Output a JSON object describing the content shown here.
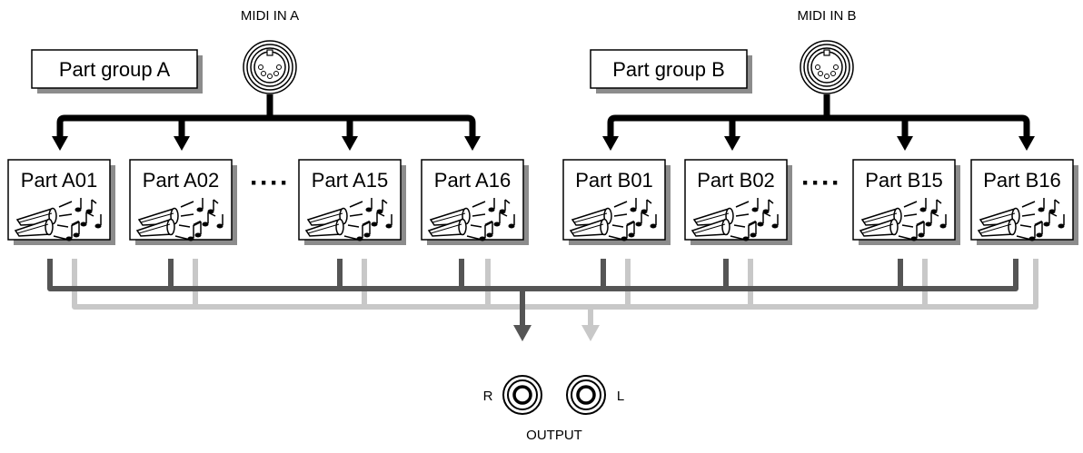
{
  "midi_in_a": "MIDI IN A",
  "midi_in_b": "MIDI IN B",
  "group_a": "Part group A",
  "group_b": "Part group B",
  "parts_a": [
    "Part A01",
    "Part A02",
    "Part A15",
    "Part A16"
  ],
  "parts_b": [
    "Part B01",
    "Part B02",
    "Part B15",
    "Part B16"
  ],
  "ellipsis": "····",
  "output": {
    "label": "OUTPUT",
    "right": "R",
    "left": "L"
  },
  "colors": {
    "midi_line": "#000000",
    "right_channel": "#555555",
    "left_channel": "#c8c8c8",
    "shadow": "#8c8c8c"
  }
}
